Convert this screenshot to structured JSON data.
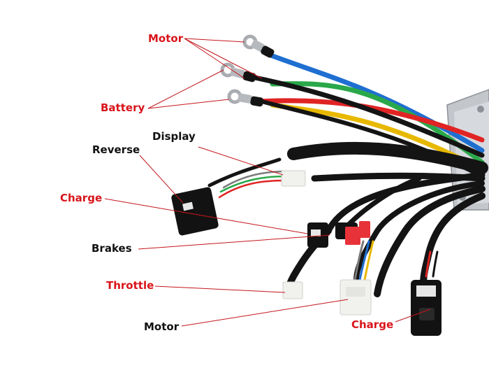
{
  "labels": {
    "motor_top": "Motor",
    "battery": "Battery",
    "display": "Display",
    "reverse": "Reverse",
    "charge_left": "Charge",
    "brakes": "Brakes",
    "throttle": "Throttle",
    "motor_bottom": "Motor",
    "charge_right": "Charge"
  },
  "colors": {
    "label_red": "#d8141a",
    "label_black": "#111111",
    "pointer_line": "#c4161c",
    "cable_black": "#141414",
    "wire_blue": "#1f6fd1",
    "wire_green": "#2aa84a",
    "wire_red": "#e02424",
    "wire_yellow": "#e8b800",
    "plate_gray": "#b8bcc2",
    "connector_white": "#f1f1ee",
    "connector_red": "#e8323a"
  }
}
